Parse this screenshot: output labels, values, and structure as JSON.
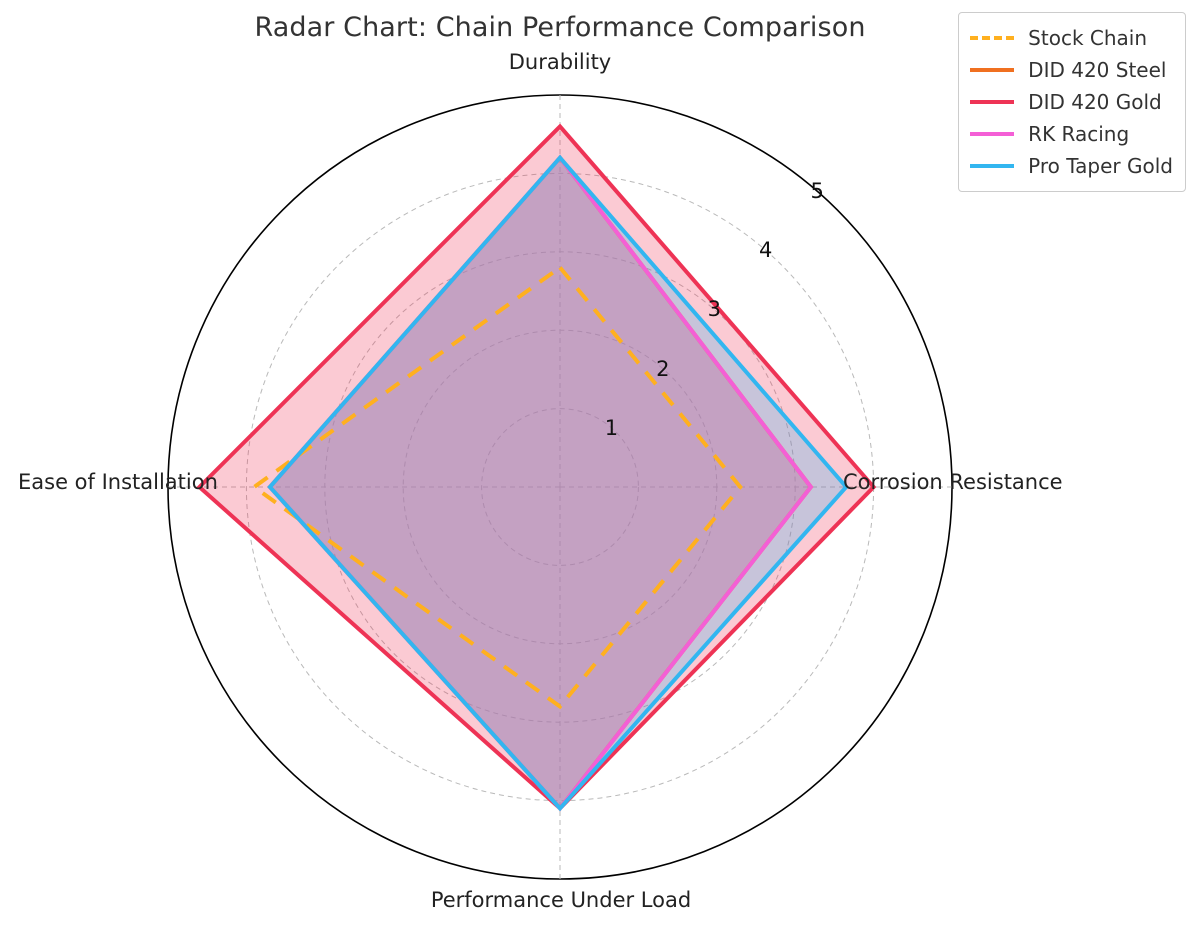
{
  "chart_data": {
    "type": "radar",
    "title": "Radar Chart: Chain Performance Comparison",
    "categories": [
      "Durability",
      "Corrosion Resistance",
      "Performance Under Load",
      "Ease of Installation"
    ],
    "rticks": [
      "1",
      "2",
      "3",
      "4",
      "5"
    ],
    "rlim": [
      0,
      5
    ],
    "grid": true,
    "legend_position": "upper right",
    "series": [
      {
        "name": "Stock Chain",
        "values": [
          2.8,
          2.3,
          2.8,
          3.9
        ],
        "color": "#FFB01F",
        "style": "dashed",
        "fill": false
      },
      {
        "name": "DID 420 Steel",
        "values": [
          4.2,
          3.2,
          4.1,
          3.7
        ],
        "color": "#F07020",
        "style": "solid",
        "fill": true
      },
      {
        "name": "DID 420 Gold",
        "values": [
          4.6,
          4.0,
          4.1,
          4.6
        ],
        "color": "#EE3355",
        "style": "solid",
        "fill": true
      },
      {
        "name": "RK Racing",
        "values": [
          4.2,
          3.2,
          4.1,
          3.7
        ],
        "color": "#F45FD6",
        "style": "solid",
        "fill": true
      },
      {
        "name": "Pro Taper Gold",
        "values": [
          4.2,
          3.65,
          4.1,
          3.7
        ],
        "color": "#32B6F0",
        "style": "solid",
        "fill": true
      }
    ]
  },
  "title": {
    "text": "Radar Chart: Chain Performance Comparison"
  },
  "axes": {
    "top": "Durability",
    "right": "Corrosion Resistance",
    "bottom": "Performance Under Load",
    "left": "Ease of Installation"
  },
  "legend": {
    "items": [
      {
        "label": "Stock Chain"
      },
      {
        "label": "DID 420 Steel"
      },
      {
        "label": "DID 420 Gold"
      },
      {
        "label": "RK Racing"
      },
      {
        "label": "Pro Taper Gold"
      }
    ]
  }
}
